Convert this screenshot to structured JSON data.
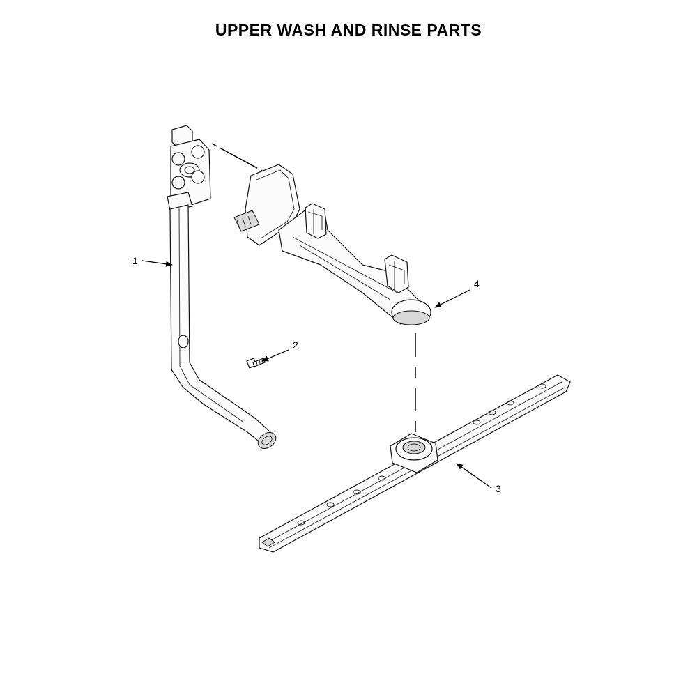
{
  "title": "UPPER WASH AND RINSE PARTS",
  "callouts": [
    "1",
    "2",
    "3",
    "4"
  ]
}
